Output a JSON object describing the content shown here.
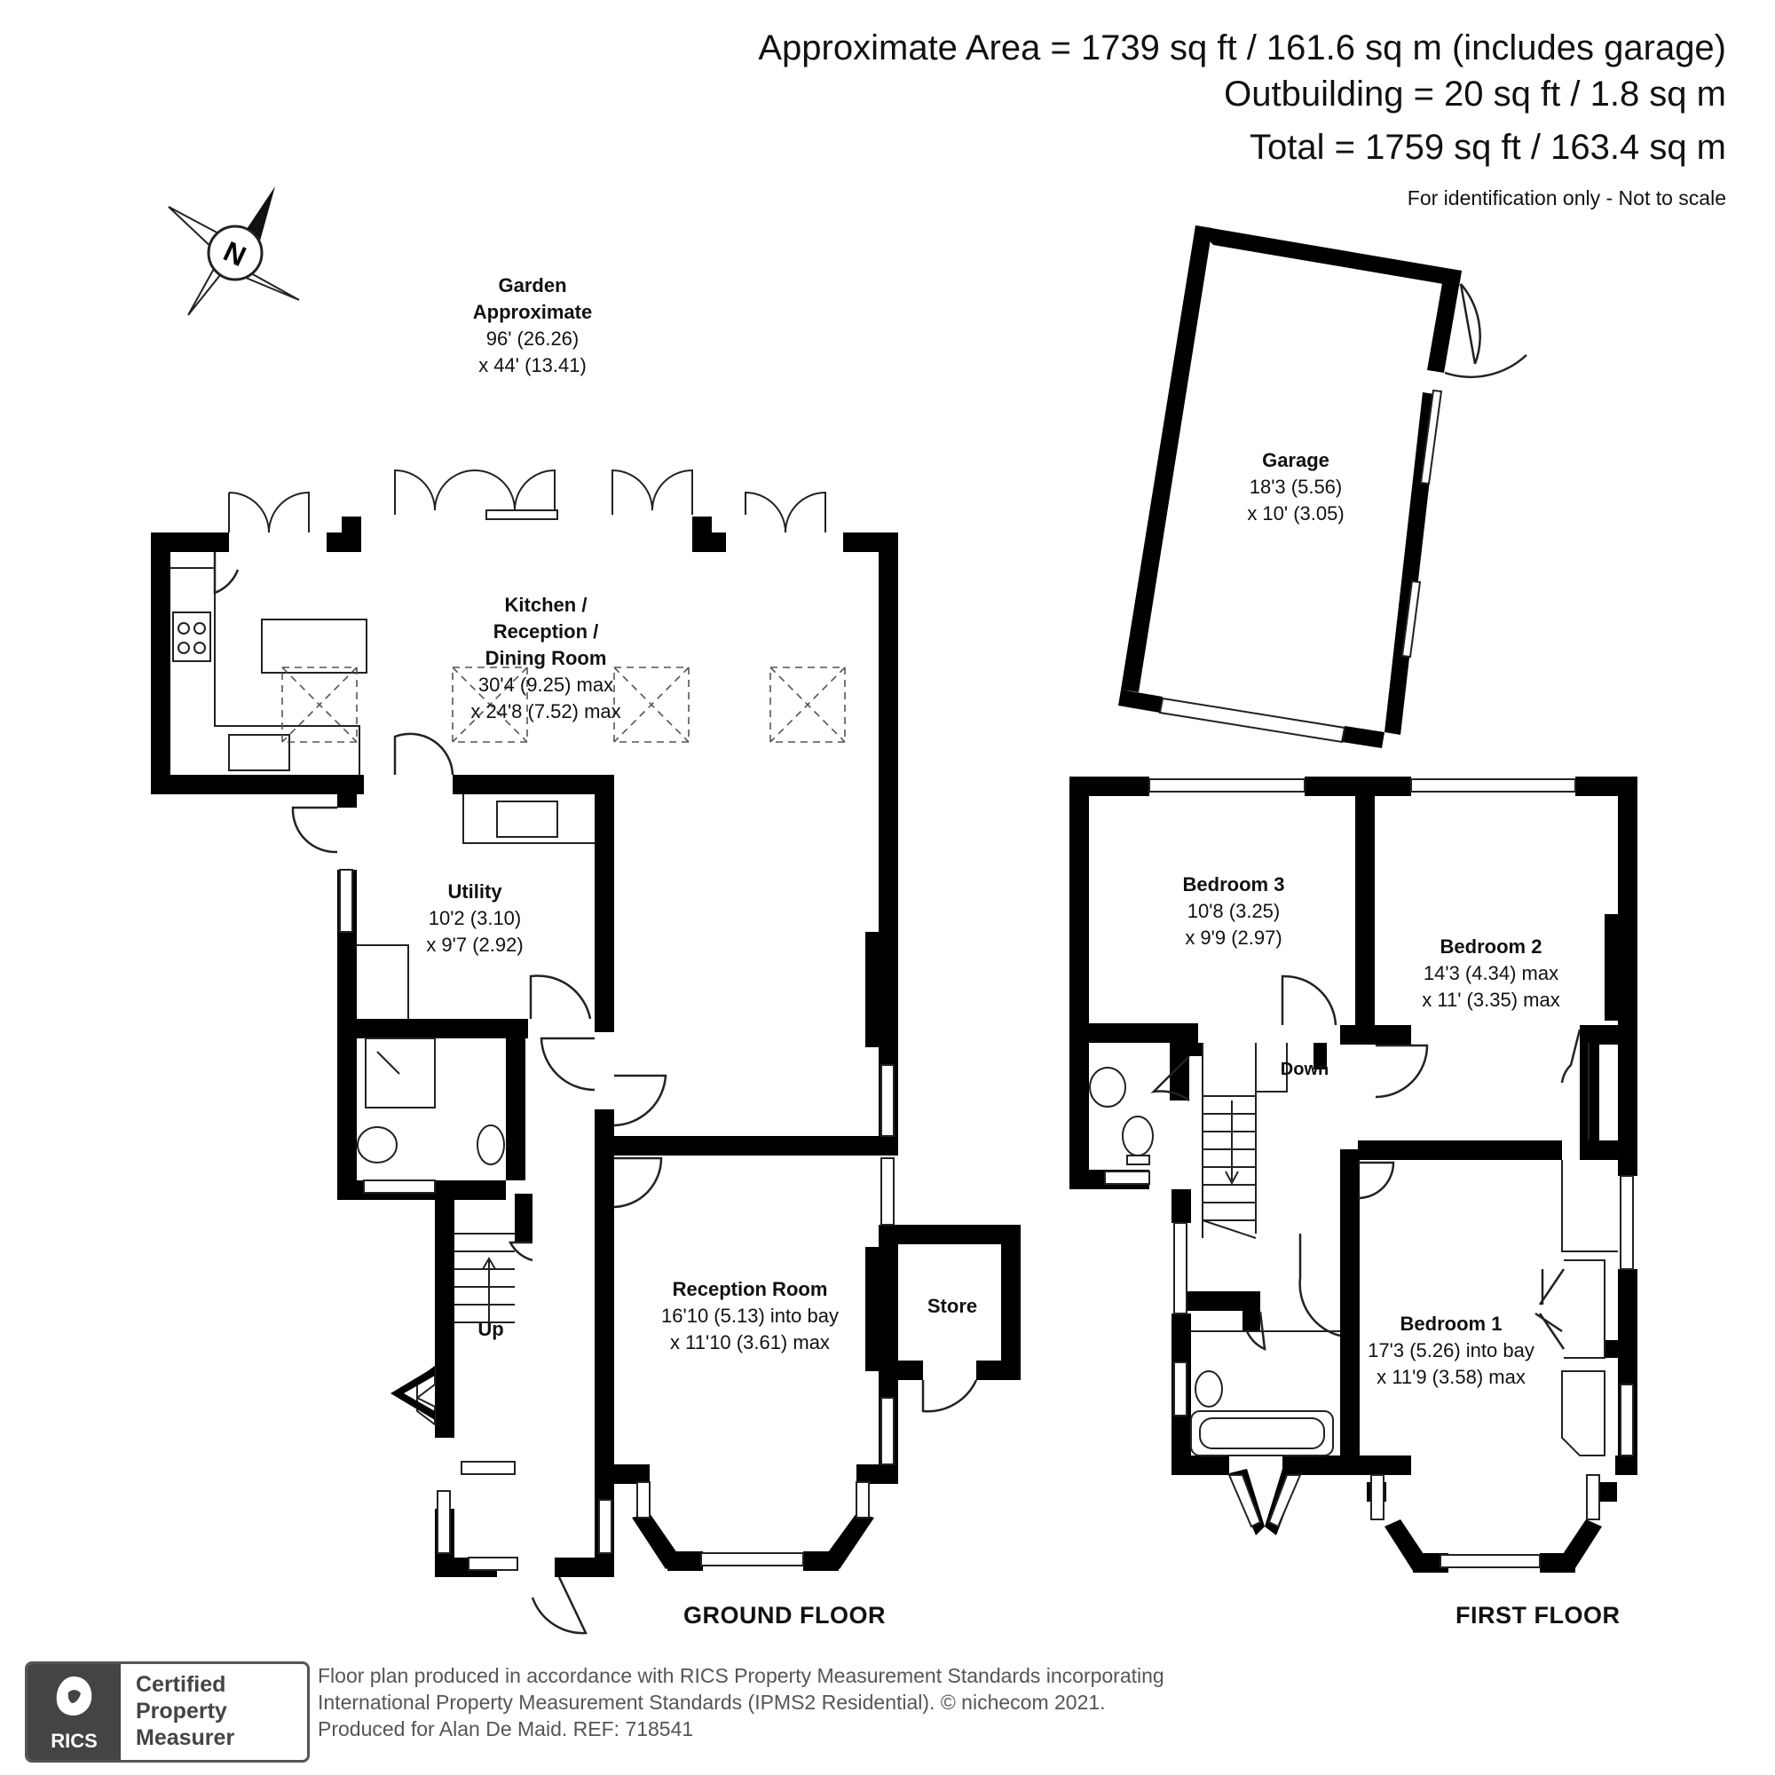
{
  "header": {
    "line1": "Approximate Area = 1739 sq ft / 161.6 sq m (includes garage)",
    "line2": "Outbuilding = 20 sq ft / 1.8 sq m",
    "line3": "Total = 1759 sq ft / 163.4 sq m",
    "note": "For identification only - Not to scale"
  },
  "compass": {
    "letter": "N"
  },
  "garden": {
    "title1": "Garden",
    "title2": "Approximate",
    "dim1": "96' (26.26)",
    "dim2": "x 44' (13.41)"
  },
  "rooms": {
    "garage": {
      "name": "Garage",
      "dim1": "18'3 (5.56)",
      "dim2": "x 10' (3.05)"
    },
    "kitchen": {
      "name1": "Kitchen /",
      "name2": "Reception /",
      "name3": "Dining Room",
      "dim1": "30'4 (9.25) max",
      "dim2": "x 24'8 (7.52) max"
    },
    "utility": {
      "name": "Utility",
      "dim1": "10'2 (3.10)",
      "dim2": "x 9'7 (2.92)"
    },
    "reception": {
      "name": "Reception Room",
      "dim1": "16'10 (5.13) into bay",
      "dim2": "x 11'10 (3.61) max"
    },
    "store": {
      "name": "Store"
    },
    "bedroom3": {
      "name": "Bedroom 3",
      "dim1": "10'8 (3.25)",
      "dim2": "x 9'9 (2.97)"
    },
    "bedroom2": {
      "name": "Bedroom 2",
      "dim1": "14'3 (4.34) max",
      "dim2": "x 11' (3.35) max"
    },
    "bedroom1": {
      "name": "Bedroom 1",
      "dim1": "17'3 (5.26) into bay",
      "dim2": "x 11'9 (3.58) max"
    }
  },
  "stairs": {
    "up": "Up",
    "down": "Down"
  },
  "floors": {
    "ground": "GROUND FLOOR",
    "first": "FIRST FLOOR"
  },
  "badge": {
    "rics": "RICS",
    "line1": "Certified",
    "line2": "Property",
    "line3": "Measurer"
  },
  "footer": {
    "line1": "Floor plan produced in accordance with RICS Property Measurement Standards incorporating",
    "line2": "International Property Measurement Standards (IPMS2 Residential).   © nichecom 2021.",
    "line3": "Produced for Alan De Maid.   REF: 718541"
  }
}
